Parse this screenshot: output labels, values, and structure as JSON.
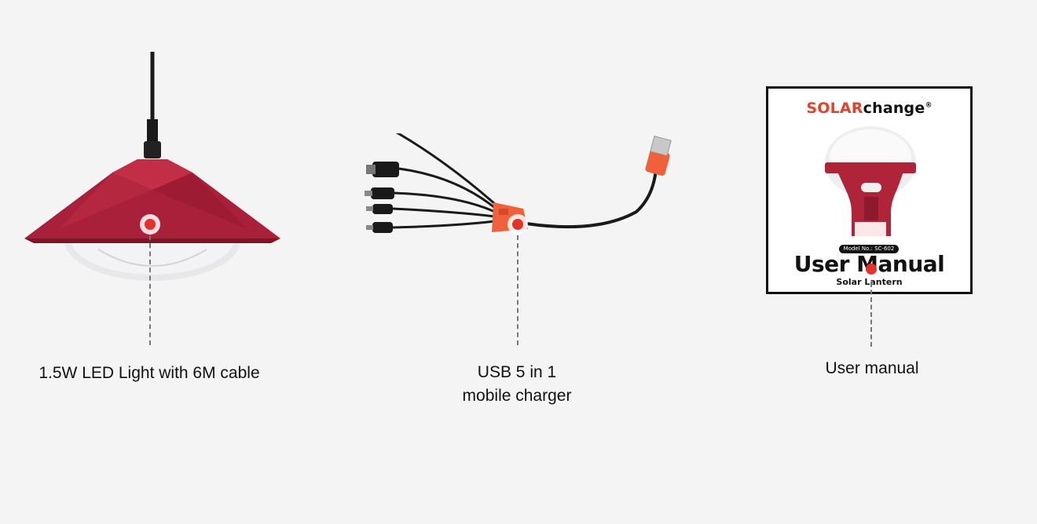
{
  "items": [
    {
      "caption": "1.5W LED Light with 6M cable"
    },
    {
      "caption_line1": "USB 5 in 1",
      "caption_line2": "mobile charger"
    },
    {
      "caption": "User manual"
    }
  ],
  "manual": {
    "brand_part1": "SOLAR",
    "brand_part2": "change",
    "brand_mark": "®",
    "model": "Model No.: SC-602",
    "title": "User Manual",
    "subtitle": "Solar Lantern"
  },
  "colors": {
    "background": "#f4f4f4",
    "lamp_red": "#b0243a",
    "charger_orange": "#f0603a",
    "hotspot_red": "#e5312b",
    "brand_orange": "#e5412b"
  },
  "icons": [
    "pendant-lamp-image",
    "usb-charger-cable-image",
    "user-manual-cover-image",
    "hotspot-marker"
  ]
}
